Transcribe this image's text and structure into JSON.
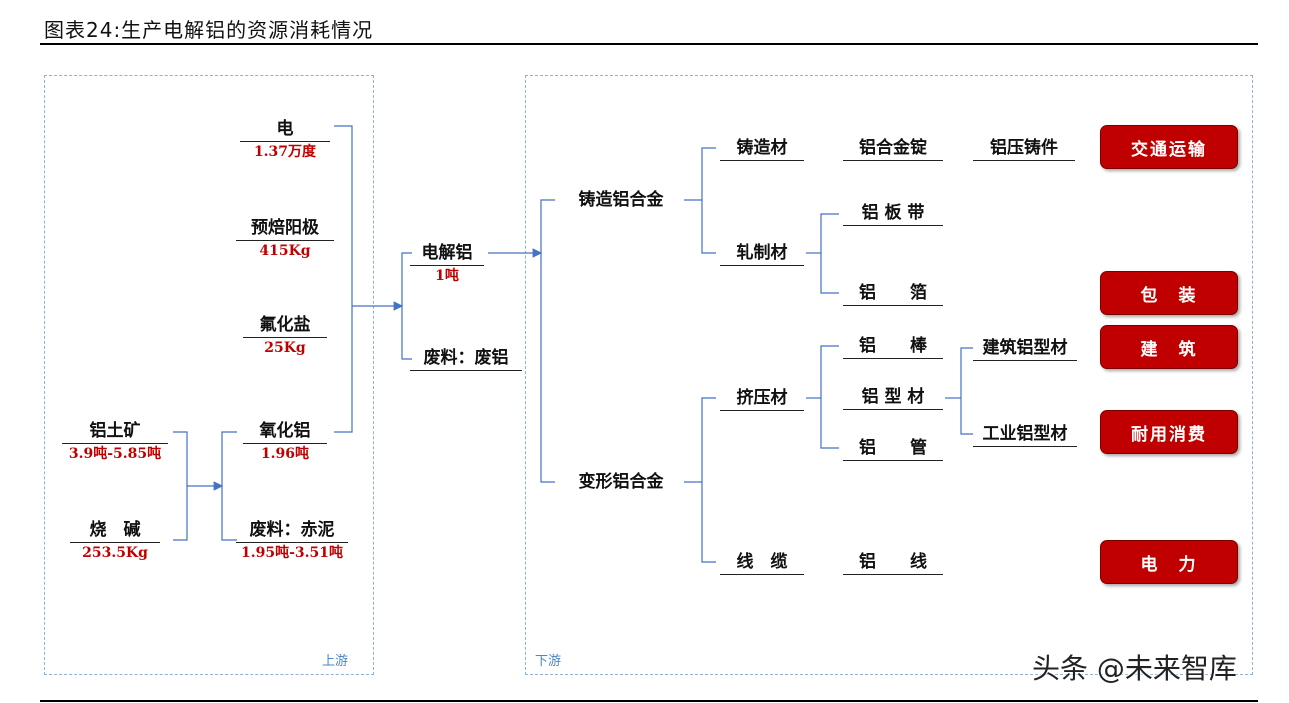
{
  "title": "图表24:生产电解铝的资源消耗情况",
  "panels": {
    "upstream": "上游",
    "downstream": "下游"
  },
  "upstream": {
    "electricity": {
      "name": "电",
      "value": "1.37万度"
    },
    "anode": {
      "name": "预焙阳极",
      "value": "415Kg"
    },
    "fluoride": {
      "name": "氟化盐",
      "value": "25Kg"
    },
    "alumina": {
      "name": "氧化铝",
      "value": "1.96吨"
    },
    "bauxite": {
      "name": "铝土矿",
      "value": "3.9吨-5.85吨"
    },
    "caustic": {
      "name": "烧　碱",
      "value": "253.5Kg"
    },
    "red_mud": {
      "name": "废料：赤泥",
      "value": "1.95吨-3.51吨"
    },
    "electrolytic_al": {
      "name": "电解铝",
      "value": "1吨"
    },
    "scrap": {
      "name": "废料：废铝"
    }
  },
  "downstream": {
    "cast_alloy": "铸造铝合金",
    "wrought_alloy": "变形铝合金",
    "cast_material": "铸造材",
    "rolled_material": "轧制材",
    "extruded_material": "挤压材",
    "cable": "线　缆",
    "alloy_ingot": "铝合金锭",
    "die_casting": "铝压铸件",
    "al_strip": "铝 板 带",
    "al_foil": "铝　　箔",
    "al_rod": "铝　　棒",
    "al_profile": "铝 型 材",
    "al_tube": "铝　　管",
    "al_wire": "铝　　线",
    "building_profile": "建筑铝型材",
    "industrial_profile": "工业铝型材"
  },
  "applications": {
    "transport": "交通运输",
    "packaging": "包　装",
    "construction": "建　筑",
    "durables": "耐用消费",
    "power": "电　力"
  },
  "colors": {
    "accent_red": "#c00000",
    "line_blue": "#4472c4",
    "panel_border": "#8fb0d8"
  },
  "watermark": "头条 @未来智库"
}
